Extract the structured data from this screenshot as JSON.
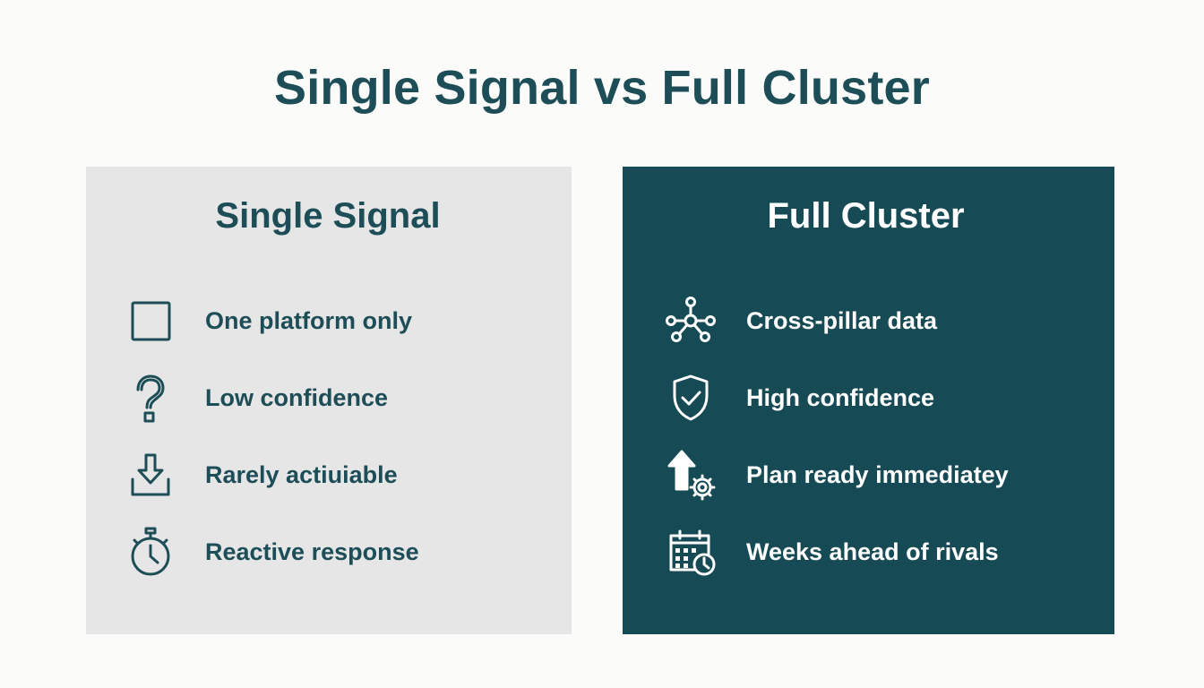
{
  "title": "Single Signal vs Full Cluster",
  "left_panel": {
    "heading": "Single Signal",
    "items": [
      {
        "icon": "square-icon",
        "label": "One platform only"
      },
      {
        "icon": "question-mark-icon",
        "label": "Low confidence"
      },
      {
        "icon": "download-tray-icon",
        "label": "Rarely actiuiable"
      },
      {
        "icon": "stopwatch-icon",
        "label": "Reactive response"
      }
    ]
  },
  "right_panel": {
    "heading": "Full Cluster",
    "items": [
      {
        "icon": "network-nodes-icon",
        "label": "Cross-pillar data"
      },
      {
        "icon": "shield-check-icon",
        "label": "High confidence"
      },
      {
        "icon": "arrow-up-gear-icon",
        "label": "Plan ready immediatey"
      },
      {
        "icon": "calendar-clock-icon",
        "label": "Weeks ahead of rivals"
      }
    ]
  },
  "colors": {
    "background": "#fbfbfa",
    "title": "#1d4e58",
    "left_panel_bg": "#e6e6e6",
    "right_panel_bg": "#164a55",
    "right_panel_text": "#ffffff"
  }
}
